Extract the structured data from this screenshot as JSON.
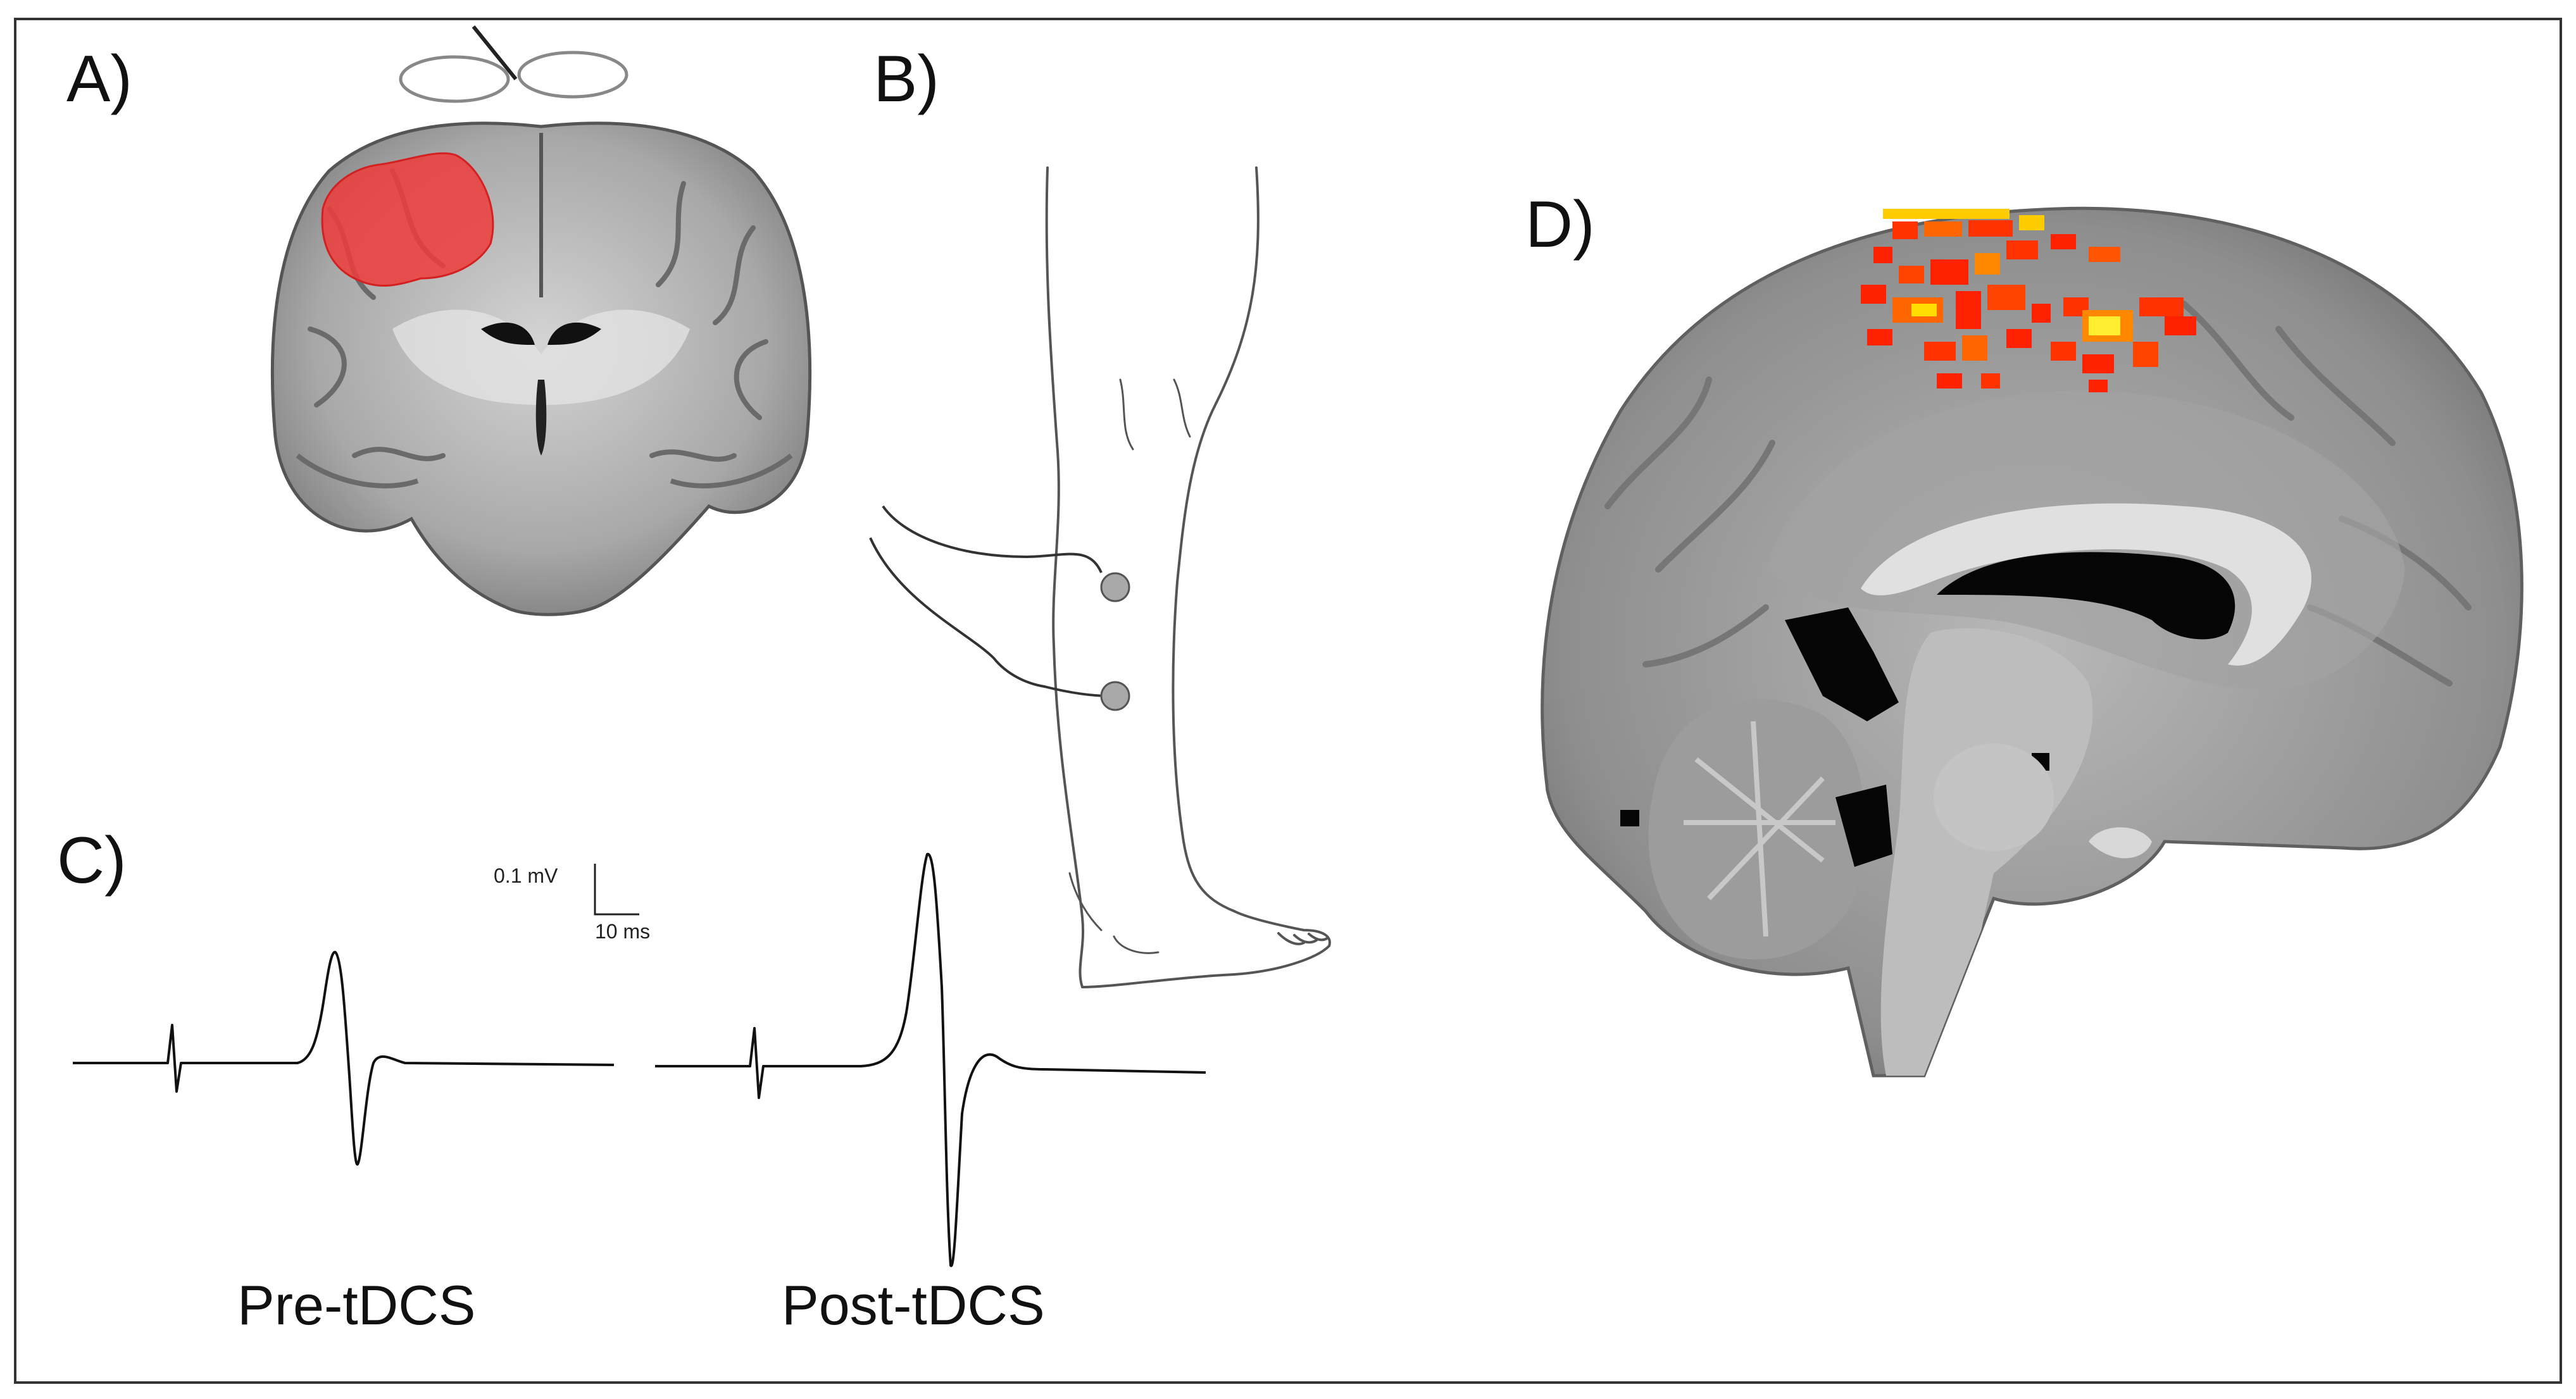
{
  "panels": {
    "a": {
      "label": "A)"
    },
    "b": {
      "label": "B)"
    },
    "c": {
      "label": "C)",
      "scale_bar": {
        "amplitude": "0.1 mV",
        "time": "10 ms"
      },
      "traces": [
        {
          "caption": "Pre-tDCS"
        },
        {
          "caption": "Post-tDCS"
        }
      ]
    },
    "d": {
      "label": "D)"
    }
  },
  "colors": {
    "frame": "#333333",
    "motor_cortex_roi": "#ee3b3b",
    "activation_hot": "#ff2200",
    "activation_warm": "#ffaa00",
    "activation_peak": "#ffff40",
    "emg_trace": "#111111",
    "electrode": "#a9a9a9"
  }
}
